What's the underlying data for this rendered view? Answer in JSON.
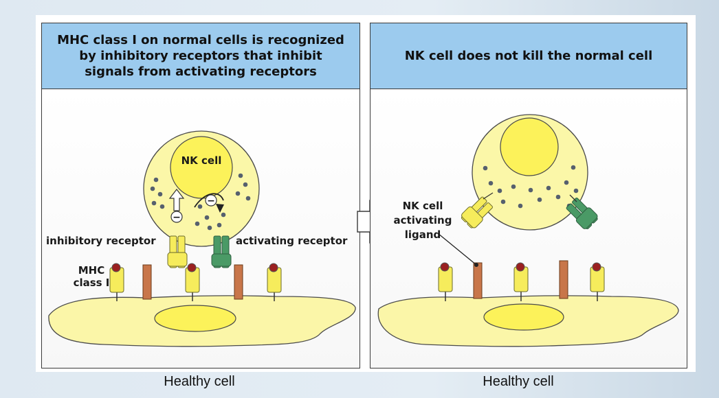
{
  "panels": {
    "left": {
      "header": "MHC class I on normal cells is recognized\nby inhibitory receptors that inhibit\nsignals from activating receptors",
      "labels": {
        "nk_cell": "NK cell",
        "inhibitory_receptor": "inhibitory receptor",
        "activating_receptor": "activating receptor",
        "mhc_line1": "MHC",
        "mhc_line2": "class I",
        "minus_sign": "−"
      },
      "caption": "Healthy cell"
    },
    "right": {
      "header": "NK cell does not kill the normal cell",
      "labels": {
        "ligand_line1": "NK cell",
        "ligand_line2": "activating",
        "ligand_line3": "ligand"
      },
      "caption": "Healthy cell"
    }
  },
  "colors": {
    "header_blue": "#9ccbee",
    "nk_cell_yellow": "#fbf7a8",
    "nucleus_yellow": "#fcf25a",
    "mhc_yellow": "#f6ec5c",
    "ligand_brown": "#c8764a",
    "activating_green": "#4a9a66",
    "granule_gray": "#56606e"
  }
}
